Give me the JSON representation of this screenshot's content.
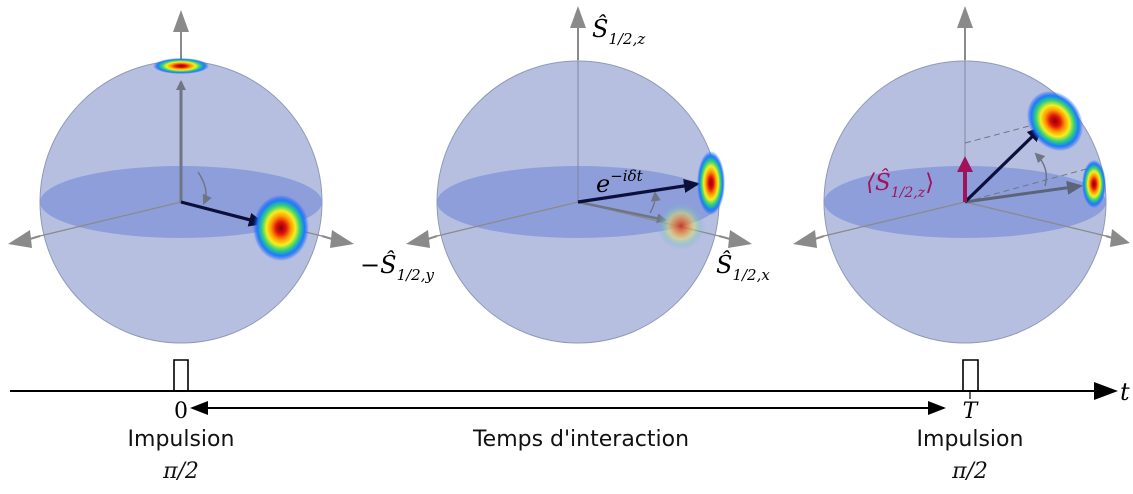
{
  "timeline": {
    "axis_label": "t",
    "start_tick": "0",
    "end_tick": "T",
    "duration_label": "Temps d'interaction"
  },
  "pulses": [
    {
      "label": "Impulsion",
      "angle": "π/2"
    },
    {
      "label": "Impulsion",
      "angle": "π/2"
    }
  ],
  "spheres": {
    "middle": {
      "axis_z": "Ŝ",
      "axis_z_sub": "1/2,z",
      "axis_y_prefix": "−Ŝ",
      "axis_y_sub": "1/2,y",
      "axis_x": "Ŝ",
      "axis_x_sub": "1/2,x",
      "phase_base": "e",
      "phase_exp": "−iδt"
    },
    "right": {
      "expectation_open": "⟨Ŝ",
      "expectation_sub": "1/2,z",
      "expectation_close": "⟩"
    }
  },
  "colors": {
    "sphere": "#a9b4d9",
    "equator": "#7f93d8",
    "expectation": "#a0135a",
    "axis": "#8a8a8a"
  }
}
